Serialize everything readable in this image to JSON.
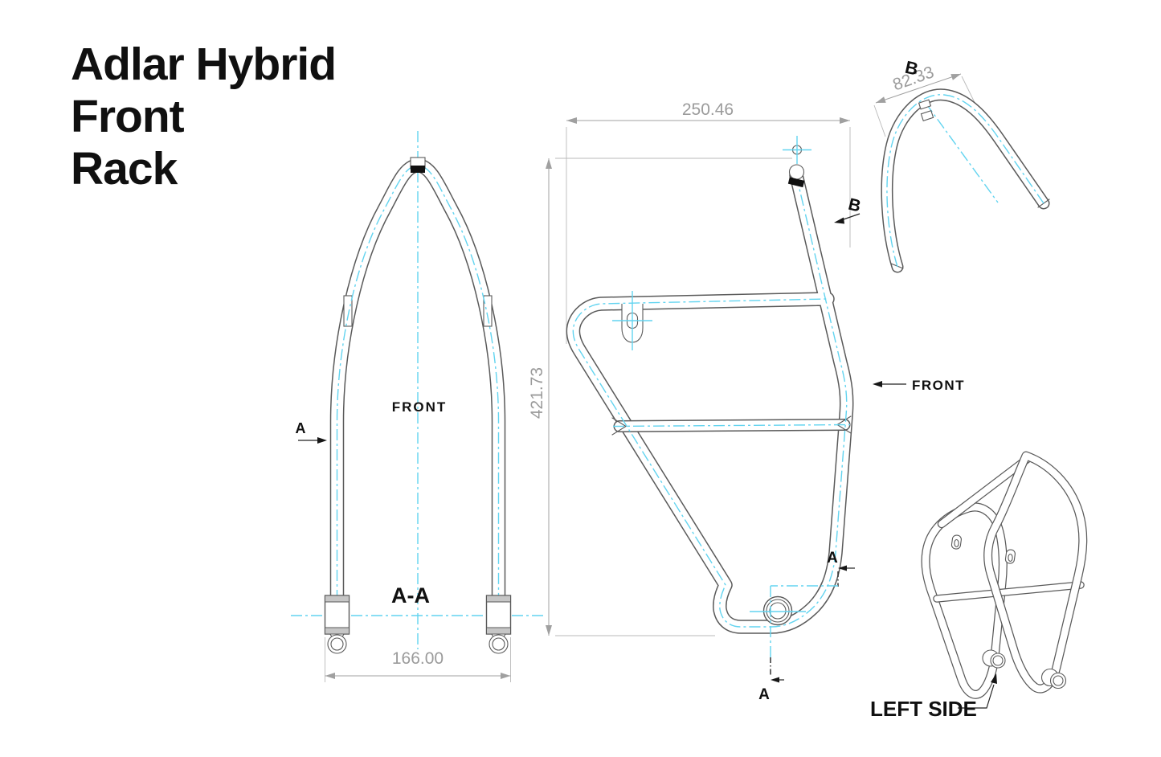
{
  "title": {
    "line1": "Adlar Hybrid",
    "line2": "Front",
    "line3": "Rack"
  },
  "colors": {
    "outline": "#5a5a5a",
    "centerline": "#62d4f0",
    "dimension": "#a0a0a0",
    "label": "#101010",
    "background": "#ffffff"
  },
  "front_view": {
    "name_label": "FRONT",
    "section_title": "A-A",
    "cut_arrow_label": "A",
    "width_dimension": "166.00"
  },
  "side_view": {
    "width_dimension": "250.46",
    "height_dimension": "421.73",
    "detail_arrow_label": "B",
    "front_direction_label": "FRONT",
    "section_cut_top_label": "A",
    "section_cut_bottom_label": "A"
  },
  "detail_view_b": {
    "view_label": "B",
    "arc_dimension": "82.33"
  },
  "isometric_view": {
    "caption": "LEFT SIDE"
  }
}
